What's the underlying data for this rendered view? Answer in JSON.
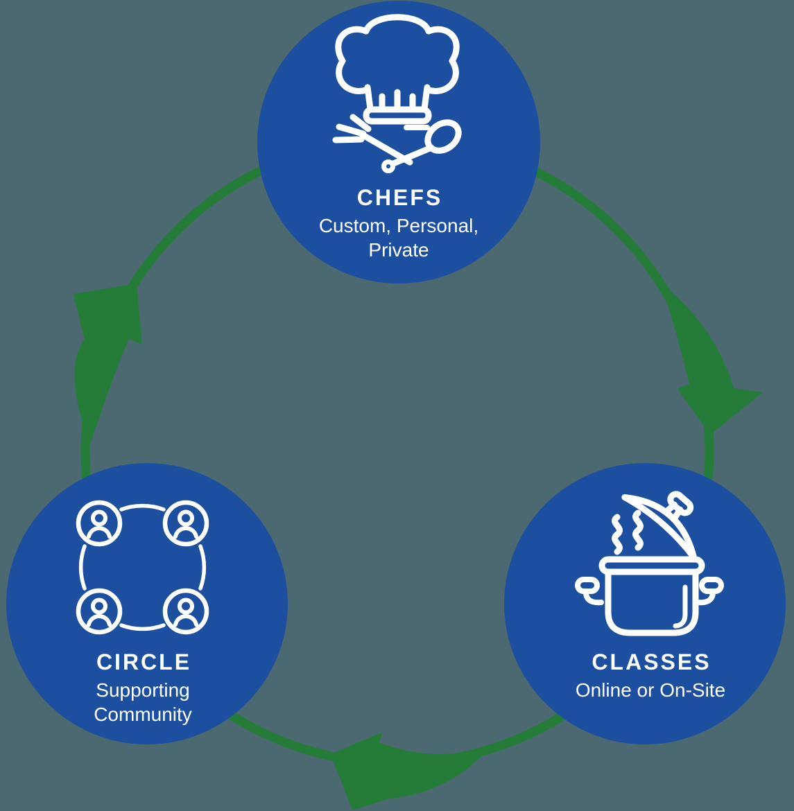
{
  "diagram": {
    "type": "cycle",
    "direction": "clockwise",
    "background_color": "#4c6972",
    "node_color": "#1d4fa0",
    "arrow_color": "#247c38",
    "text_color": "#ffffff",
    "nodes": [
      {
        "id": "chefs",
        "title": "CHEFS",
        "subtitle": "Custom, Personal,\nPrivate",
        "icon": "chef-hat-icon",
        "position": "top"
      },
      {
        "id": "classes",
        "title": "CLASSES",
        "subtitle": "Online or On-Site",
        "icon": "cooking-pot-icon",
        "position": "bottom-right"
      },
      {
        "id": "circle",
        "title": "CIRCLE",
        "subtitle": "Supporting\nCommunity",
        "icon": "community-circle-icon",
        "position": "bottom-left"
      }
    ]
  }
}
